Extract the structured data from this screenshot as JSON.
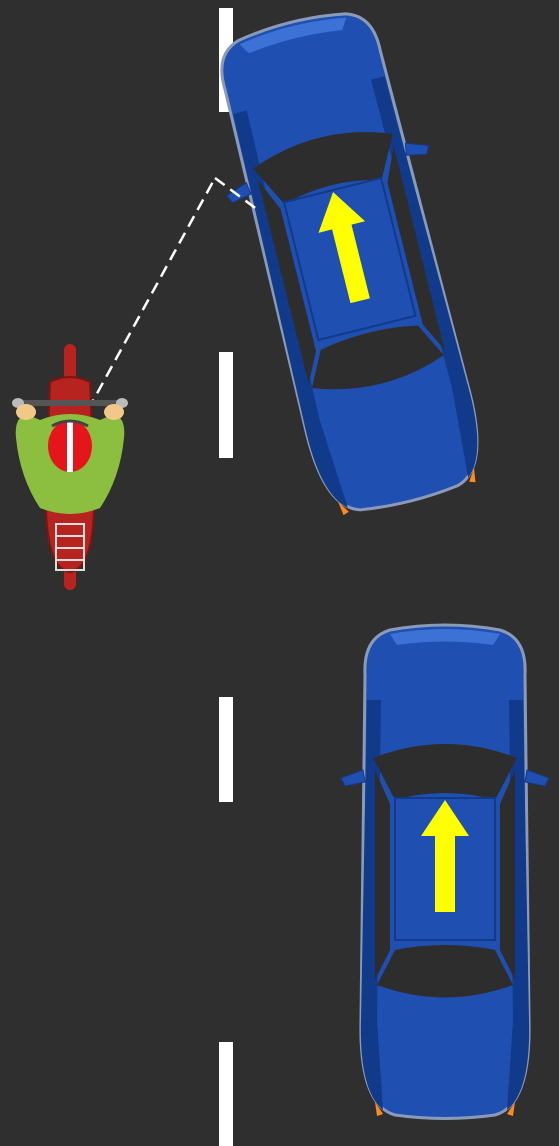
{
  "scene": {
    "type": "traffic-illustration",
    "background": "#2f2f2f",
    "lane_marking_color": "#ffffff",
    "colors": {
      "car_body": "#1f4fb0",
      "car_body_dark": "#123a8a",
      "car_body_light": "#3c72d6",
      "glass": "#2d2d2d",
      "direction_arrow": "#ffff00",
      "indicator_light": "#ff8a1f",
      "motorcycle_body": "#b7241f",
      "rider_jacket": "#8cbf3f",
      "rider_hands": "#f1c88a",
      "helmet": "#e5161b",
      "sight_line": "#ffffff"
    },
    "elements": [
      {
        "name": "car-lane-change",
        "icon": "car-icon",
        "heading": "up",
        "state": "merging-left"
      },
      {
        "name": "car-rear",
        "icon": "car-icon",
        "heading": "up",
        "state": "straight"
      },
      {
        "name": "motorcycle",
        "icon": "motorcycle-icon",
        "heading": "up"
      },
      {
        "name": "sight-line",
        "style": "dashed",
        "from": "motorcycle",
        "to": "car-lane-change-mirror"
      }
    ]
  }
}
